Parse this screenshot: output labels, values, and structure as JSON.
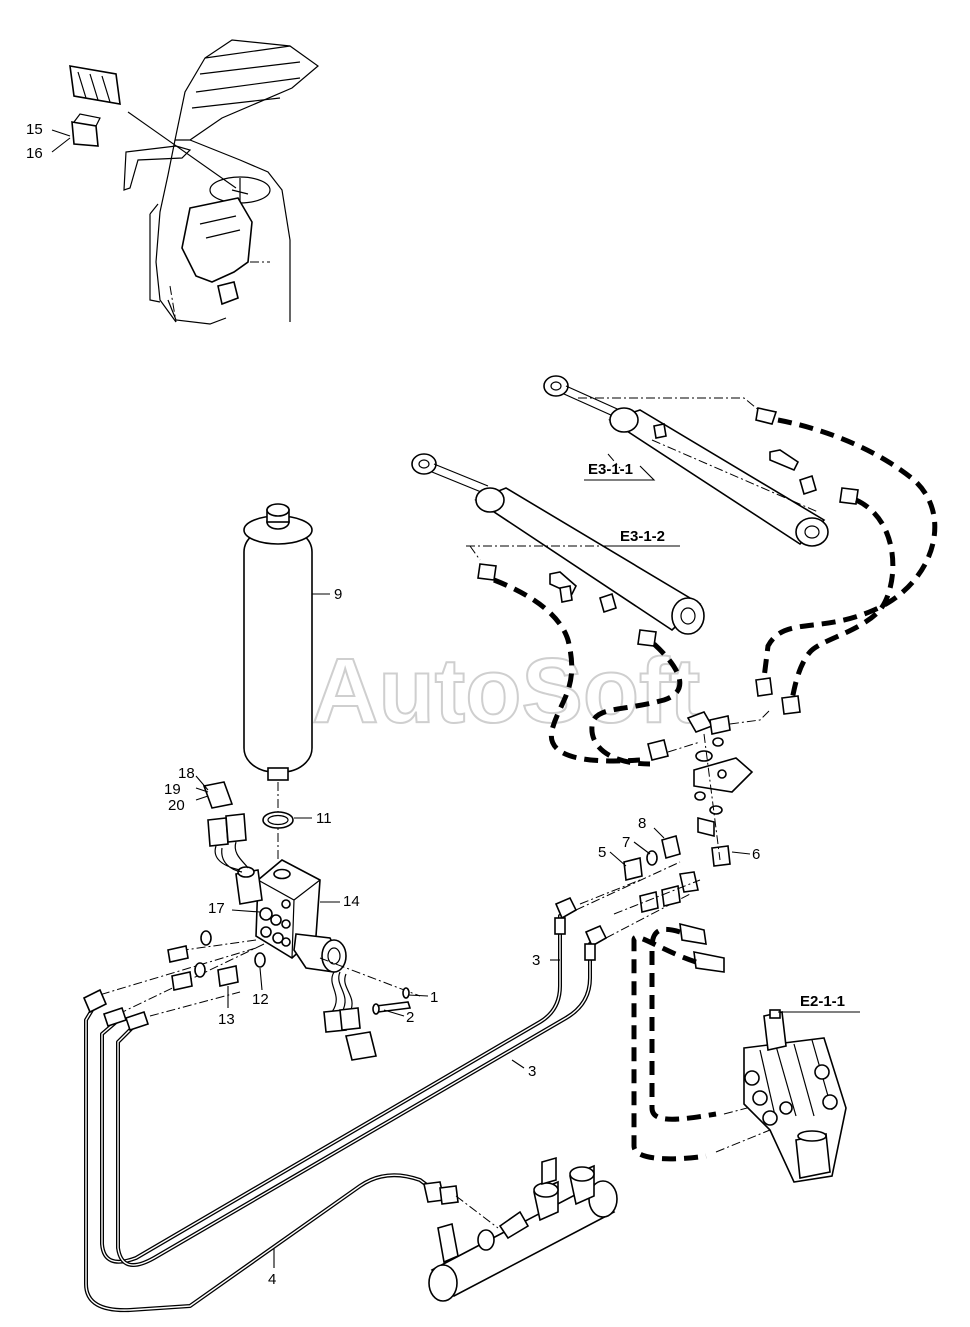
{
  "watermark": "AutoSoft",
  "callouts": {
    "c1": "1",
    "c2": "2",
    "c3a": "3",
    "c3b": "3",
    "c4": "4",
    "c5": "5",
    "c6": "6",
    "c7": "7",
    "c8": "8",
    "c9": "9",
    "c11": "11",
    "c12": "12",
    "c13": "13",
    "c14": "14",
    "c15": "15",
    "c16": "16",
    "c17": "17",
    "c18": "18",
    "c19": "19",
    "c20": "20"
  },
  "references": {
    "r_e311": "E3-1-1",
    "r_e312": "E3-1-2",
    "r_e211": "E2-1-1"
  }
}
